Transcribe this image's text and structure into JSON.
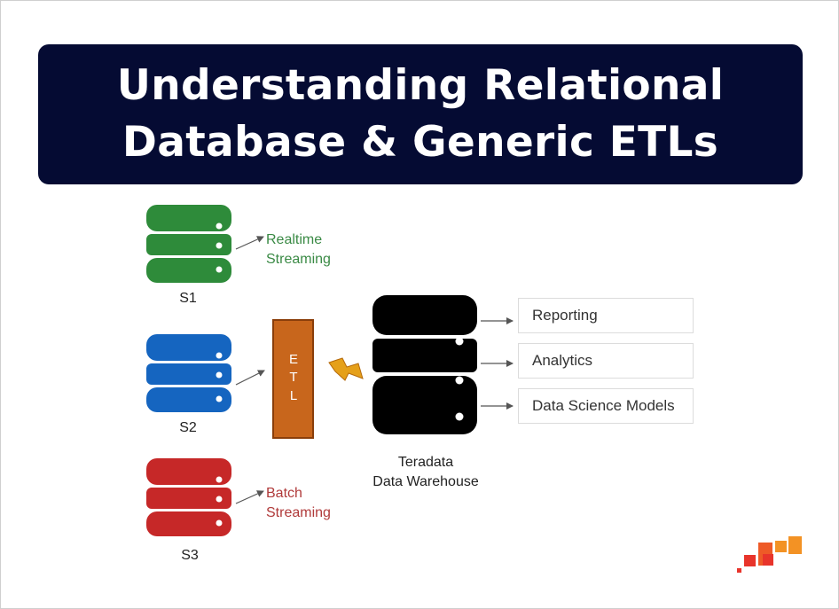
{
  "title": {
    "line1": "Understanding Relational",
    "line2": "Database & Generic ETLs"
  },
  "sources": [
    {
      "name": "S1",
      "flow_line1": "Realtime",
      "flow_line2": "Streaming",
      "color": "#2e8b3a",
      "text_color": "#3a8a45"
    },
    {
      "name": "S2",
      "color": "#1565c0"
    },
    {
      "name": "S3",
      "flow_line1": "Batch",
      "flow_line2": "Streaming",
      "color": "#c62828",
      "text_color": "#b03a3a"
    }
  ],
  "etl": {
    "letters": [
      "E",
      "T",
      "L"
    ],
    "color": "#c8661c"
  },
  "warehouse": {
    "line1": "Teradata",
    "line2": "Data Warehouse",
    "color": "#000000"
  },
  "outputs": [
    "Reporting",
    "Analytics",
    "Data Science Models"
  ],
  "colors": {
    "banner": "#050b33",
    "logo_red": "#e8342b",
    "logo_orange": "#f39224"
  },
  "icons": [
    "database-icon",
    "lightning-icon",
    "brand-logo-icon"
  ]
}
